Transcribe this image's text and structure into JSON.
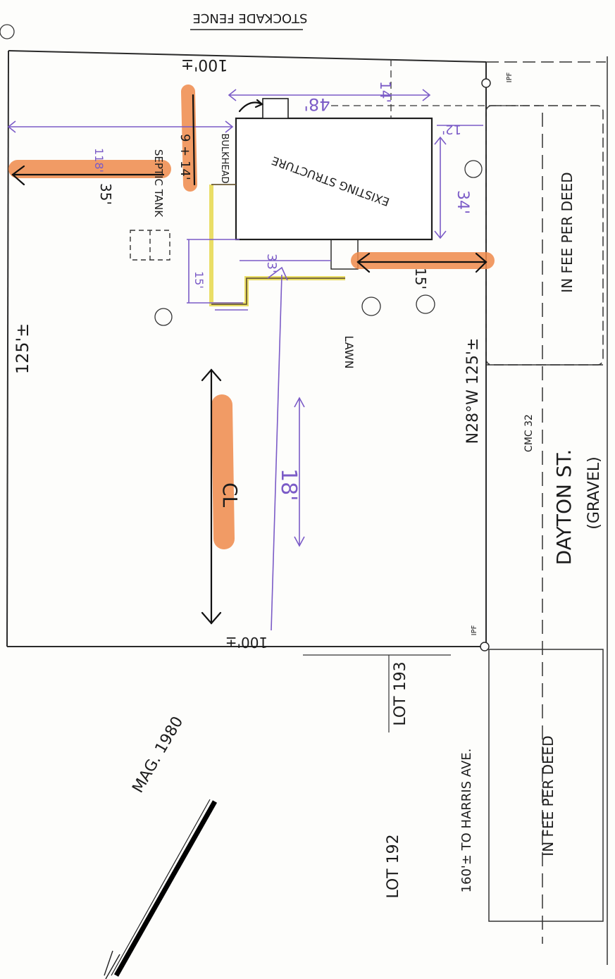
{
  "labels": {
    "stockade_fence": "STOCKADE FENCE",
    "existing_structure": "EXISTING STRUCTURE",
    "bulkhead": "BULKHEAD",
    "septic_tank": "SEPTIC TANK",
    "lawn": "LAWN",
    "west_side": "125'±",
    "north_side": "100'±",
    "south_side": "100'±",
    "east_side": "N28°W 125'±",
    "street_name": "DAYTON ST.",
    "street_surface": "(GRAVEL)",
    "in_fee_north": "IN FEE PER DEED",
    "in_fee_south": "IN FEE PER DEED",
    "lot_193": "LOT 193",
    "lot_192": "LOT 192",
    "harris_ave": "160'± TO HARRIS AVE.",
    "ipf_north": "IPF",
    "ipf_south": "IPF",
    "cmc": "CMC 32",
    "mag": "MAG. 1980"
  },
  "dimensions": {
    "top_offset": "14'",
    "width": "48'",
    "front_setback": "12'",
    "depth": "34'",
    "side_setback": "18'",
    "offset_15": "15'",
    "offset_9_14": "9 + 14'",
    "offset_33": "33'",
    "yard_len": "118'",
    "centerline": "CL",
    "mark_35": "35'",
    "mark_15b": "15'"
  }
}
